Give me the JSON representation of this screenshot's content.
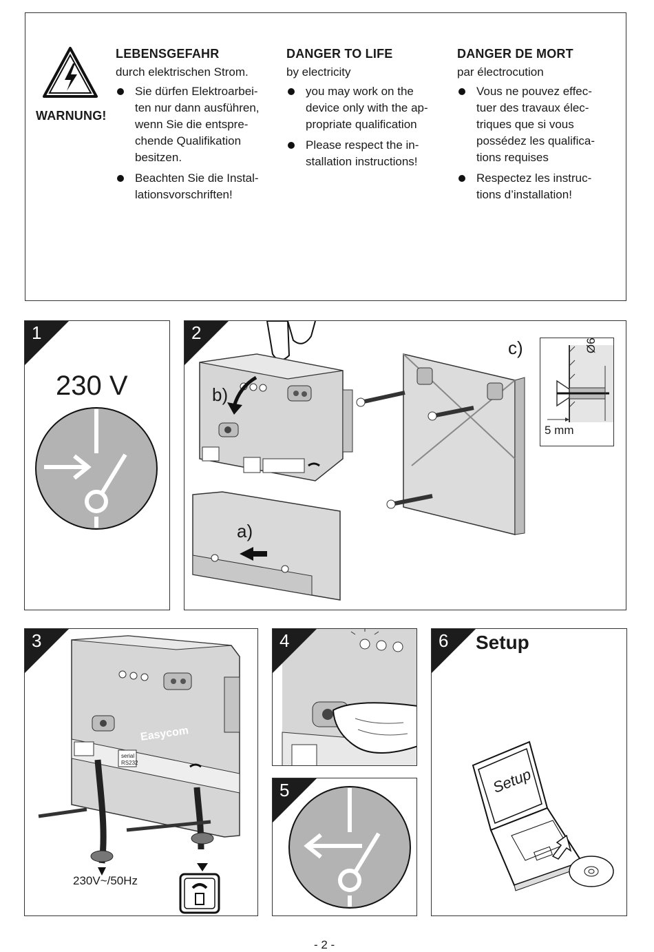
{
  "warning": {
    "label": "WARNUNG!",
    "columns": [
      {
        "title": "LEBENSGEFAHR",
        "subtitle": "durch elektrischen Strom.",
        "bullets": [
          [
            "Sie dürfen Elektroarbei-",
            "ten nur dann ausführen,",
            "wenn Sie die entspre-",
            "chende Qualifikation",
            "besitzen."
          ],
          [
            "Beachten Sie die Instal-",
            "lationsvorschriften!"
          ]
        ]
      },
      {
        "title": "DANGER TO LIFE",
        "subtitle": "by electricity",
        "bullets": [
          [
            "you may work on the",
            "device only with the ap-",
            "propriate qualification"
          ],
          [
            "Please respect the in-",
            "stallation instructions!"
          ]
        ]
      },
      {
        "title": "DANGER DE MORT",
        "subtitle": "par électrocution",
        "bullets": [
          [
            "Vous ne pouvez effec-",
            "tuer des travaux élec-",
            "triques que si vous",
            "possédez les qualifica-",
            "tions requises"
          ],
          [
            "Respectez les instruc-",
            "tions d’installation!"
          ]
        ]
      }
    ]
  },
  "steps": {
    "s1": {
      "num": "1",
      "voltage": "230 V"
    },
    "s2": {
      "num": "2",
      "label_a": "a)",
      "label_b": "b)",
      "label_c": "c)",
      "dim_depth": "5 mm",
      "dim_diameter": "Ø6"
    },
    "s3": {
      "num": "3",
      "brand": "Easycom",
      "mains": "230V~/50Hz",
      "serial": "serial",
      "rs232": "RS232"
    },
    "s4": {
      "num": "4"
    },
    "s5": {
      "num": "5"
    },
    "s6": {
      "num": "6",
      "title": "Setup",
      "screen_text": "Setup"
    }
  },
  "page_number": "- 2 -"
}
